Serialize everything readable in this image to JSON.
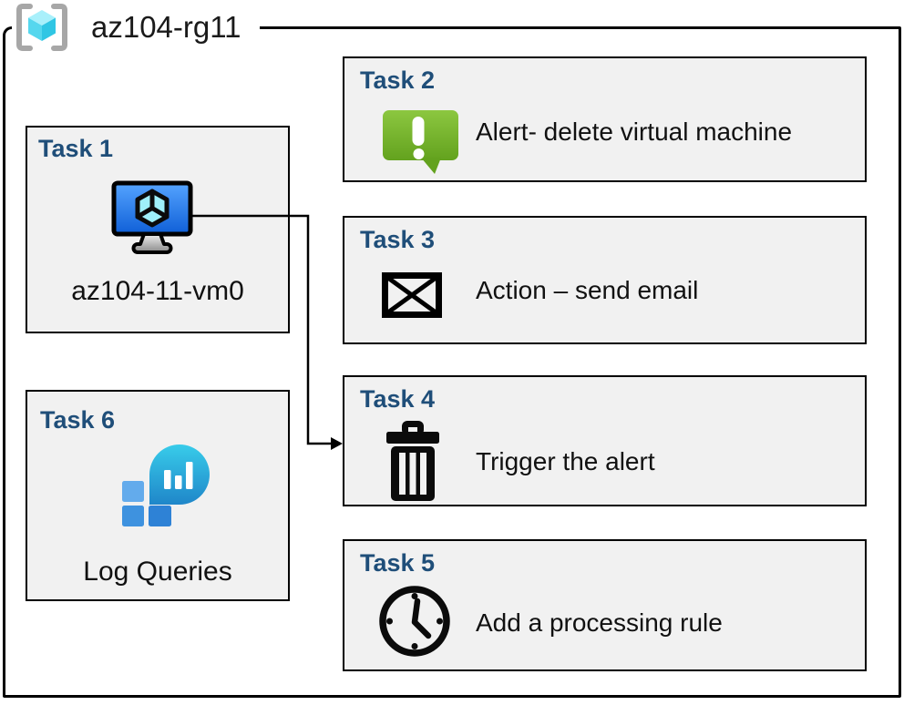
{
  "header": {
    "title": "az104-rg11",
    "icon": "resource-group-icon"
  },
  "tasks": {
    "task1": {
      "label": "Task 1",
      "text": "az104-11-vm0",
      "icon": "virtual-machine-icon"
    },
    "task2": {
      "label": "Task 2",
      "text": "Alert- delete virtual machine",
      "icon": "alert-icon"
    },
    "task3": {
      "label": "Task 3",
      "text": "Action – send email",
      "icon": "email-icon"
    },
    "task4": {
      "label": "Task 4",
      "text": "Trigger the alert",
      "icon": "trash-icon"
    },
    "task5": {
      "label": "Task 5",
      "text": "Add a processing rule",
      "icon": "clock-icon"
    },
    "task6": {
      "label": "Task 6",
      "text": "Log Queries",
      "icon": "log-analytics-icon"
    }
  },
  "connector": {
    "type": "arrow",
    "from": "task1",
    "to": "task4"
  },
  "colors": {
    "task_label": "#1f4e79",
    "box_fill": "#f1f1f1",
    "box_border": "#000000",
    "frame_border": "#000000",
    "alert_green_top": "#8cc740",
    "alert_green_bottom": "#63a21e",
    "vm_screen_top": "#55a4ff",
    "vm_screen_bottom": "#0f5fd7",
    "vm_cube_cyan": "#9ff0fa",
    "rg_bracket_gray": "#a7a7a7",
    "rg_cube_top": "#a9f0fb",
    "rg_cube_left": "#55d7ee",
    "rg_cube_right": "#30c6e4",
    "log_balloon_top": "#38ccea",
    "log_balloon_bottom": "#1f86c9",
    "log_square_light": "#63abec",
    "log_square_mid": "#3e92df",
    "log_square_dark": "#2e82d6"
  }
}
